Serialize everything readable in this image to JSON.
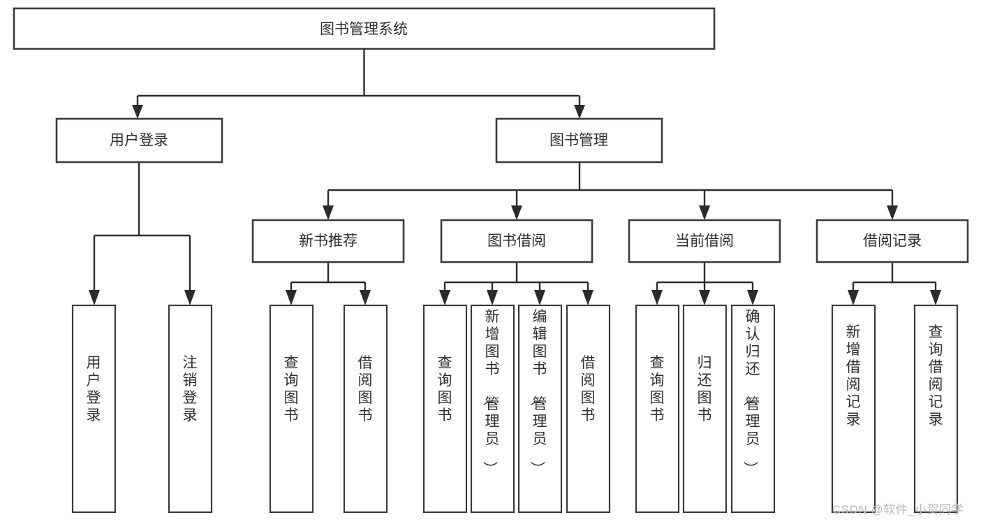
{
  "diagram": {
    "type": "tree-hierarchy",
    "title": "图书管理系统",
    "root": {
      "id": "root",
      "label": "图书管理系统",
      "orientation": "horizontal"
    },
    "level2": [
      {
        "id": "user-login",
        "label": "用户登录",
        "orientation": "horizontal"
      },
      {
        "id": "book-manage",
        "label": "图书管理",
        "orientation": "horizontal"
      }
    ],
    "level3": [
      {
        "id": "new-book-recommend",
        "label": "新书推荐",
        "orientation": "horizontal",
        "parent": "book-manage"
      },
      {
        "id": "book-borrow",
        "label": "图书借阅",
        "orientation": "horizontal",
        "parent": "book-manage"
      },
      {
        "id": "current-borrow",
        "label": "当前借阅",
        "orientation": "horizontal",
        "parent": "book-manage"
      },
      {
        "id": "borrow-record",
        "label": "借阅记录",
        "orientation": "horizontal",
        "parent": "book-manage"
      }
    ],
    "leaves": [
      {
        "id": "leaf-user-login",
        "label": "用户登录",
        "orientation": "vertical",
        "parent": "user-login"
      },
      {
        "id": "leaf-logout-login",
        "label": "注销登录",
        "orientation": "vertical",
        "parent": "user-login"
      },
      {
        "id": "leaf-query-book-1",
        "label": "查询图书",
        "orientation": "vertical",
        "parent": "new-book-recommend"
      },
      {
        "id": "leaf-borrow-book-1",
        "label": "借阅图书",
        "orientation": "vertical",
        "parent": "new-book-recommend"
      },
      {
        "id": "leaf-query-book-2",
        "label": "查询图书",
        "orientation": "vertical",
        "parent": "book-borrow"
      },
      {
        "id": "leaf-add-book",
        "label": "新增图书（管理员）",
        "orientation": "vertical",
        "parent": "book-borrow"
      },
      {
        "id": "leaf-edit-book",
        "label": "编辑图书（管理员）",
        "orientation": "vertical",
        "parent": "book-borrow"
      },
      {
        "id": "leaf-borrow-book-2",
        "label": "借阅图书",
        "orientation": "vertical",
        "parent": "book-borrow"
      },
      {
        "id": "leaf-query-book-3",
        "label": "查询图书",
        "orientation": "vertical",
        "parent": "current-borrow"
      },
      {
        "id": "leaf-return-book",
        "label": "归还图书",
        "orientation": "vertical",
        "parent": "current-borrow"
      },
      {
        "id": "leaf-confirm-return",
        "label": "确认归还（管理员）",
        "orientation": "vertical",
        "parent": "current-borrow"
      },
      {
        "id": "leaf-add-borrow-record",
        "label": "新增借阅记录",
        "orientation": "vertical",
        "parent": "borrow-record"
      },
      {
        "id": "leaf-query-borrow-record",
        "label": "查询借阅记录",
        "orientation": "vertical",
        "parent": "borrow-record"
      }
    ]
  },
  "watermark": {
    "text": "CSDN @软件_小贺同学"
  },
  "colors": {
    "box_stroke": "#3a3a3a",
    "connector": "#2b2b2b",
    "text": "#2f2f2f",
    "background": "#ffffff",
    "watermark": "#b9b9b9"
  }
}
